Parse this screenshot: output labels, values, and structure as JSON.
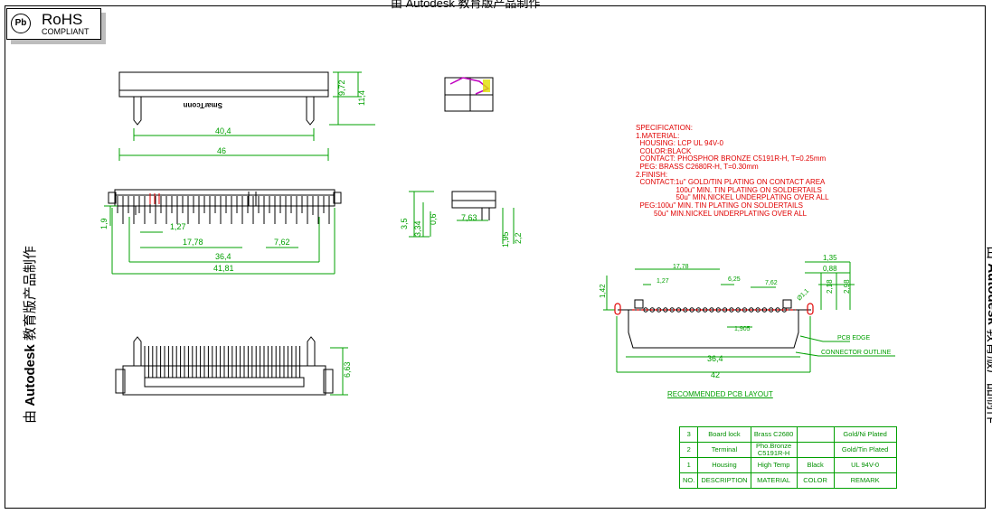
{
  "watermark": {
    "top": "由 Autodesk 教育版产品制作",
    "left_prefix": "由 ",
    "left_brand": "Autodesk",
    "left_suffix": " 教育版产品制作",
    "right_prefix": "由 ",
    "right_brand": "Autodesk",
    "right_suffix": " 教育版产品制作"
  },
  "rohs": {
    "title": "RoHS",
    "subtitle": "COMPLIANT",
    "icon": "pb-free-icon",
    "icon_text": "Pb"
  },
  "housing_label": "SmarTconn",
  "dimensions": {
    "top_view": [
      "9,72",
      "11,4",
      "40,4",
      "46"
    ],
    "front_view": [
      "1,9",
      "1,27",
      "17,78",
      "7,62",
      "36,4",
      "41,81"
    ],
    "side_view": [
      "3,5",
      "3,34",
      "0,6",
      "7,63",
      "1,95",
      "2,2"
    ],
    "bottom_view": [
      "6,63"
    ],
    "pcb_layout": [
      "1,35",
      "0,88",
      "2,18",
      "2,98",
      "17,78",
      "6,25",
      "1,27",
      "7,62",
      "1,42",
      "1,905",
      "36,4",
      "42",
      "Ø1,1"
    ]
  },
  "pcb_labels": {
    "pcb_edge": "PCB EDGE",
    "connector_outline": "CONNECTOR OUTLINE",
    "recommended": "RECOMMENDED PCB LAYOUT"
  },
  "specification": [
    "SPECIFICATION:",
    "1.MATERIAL:",
    "  HOUSING: LCP UL 94V-0",
    "  COLOR:BLACK",
    "  CONTACT: PHOSPHOR BRONZE C5191R-H, T=0.25mm",
    "  PEG: BRASS C2680R-H, T=0.30mm",
    "2.FINISH:",
    "  CONTACT:1u\" GOLD/TIN PLATING ON CONTACT AREA",
    "                    100u\" MIN. TIN PLATING ON SOLDERTAILS",
    "                    50u\" MIN.NICKEL UNDERPLATING OVER ALL",
    "  PEG:100u\" MIN. TIN PLATING ON SOLDERTAILS",
    "         50u\" MIN.NICKEL UNDERPLATING OVER ALL"
  ],
  "bom": {
    "rows": [
      [
        "3",
        "Board lock",
        "Brass C2680",
        "",
        "Gold/Ni Plated"
      ],
      [
        "2",
        "Terminal",
        "Pho.Bronze C5191R-H",
        "",
        "Gold/Tin Plated"
      ],
      [
        "1",
        "Housing",
        "High Temp",
        "Black",
        "UL 94V-0"
      ]
    ],
    "header": [
      "NO.",
      "DESCRIPTION",
      "MATERIAL",
      "COLOR",
      "REMARK"
    ]
  },
  "colors": {
    "dimension": "#00a000",
    "spec": "#e00000",
    "outline": "#000000",
    "magenta": "#c000c0",
    "highlight": "#e0e000"
  }
}
